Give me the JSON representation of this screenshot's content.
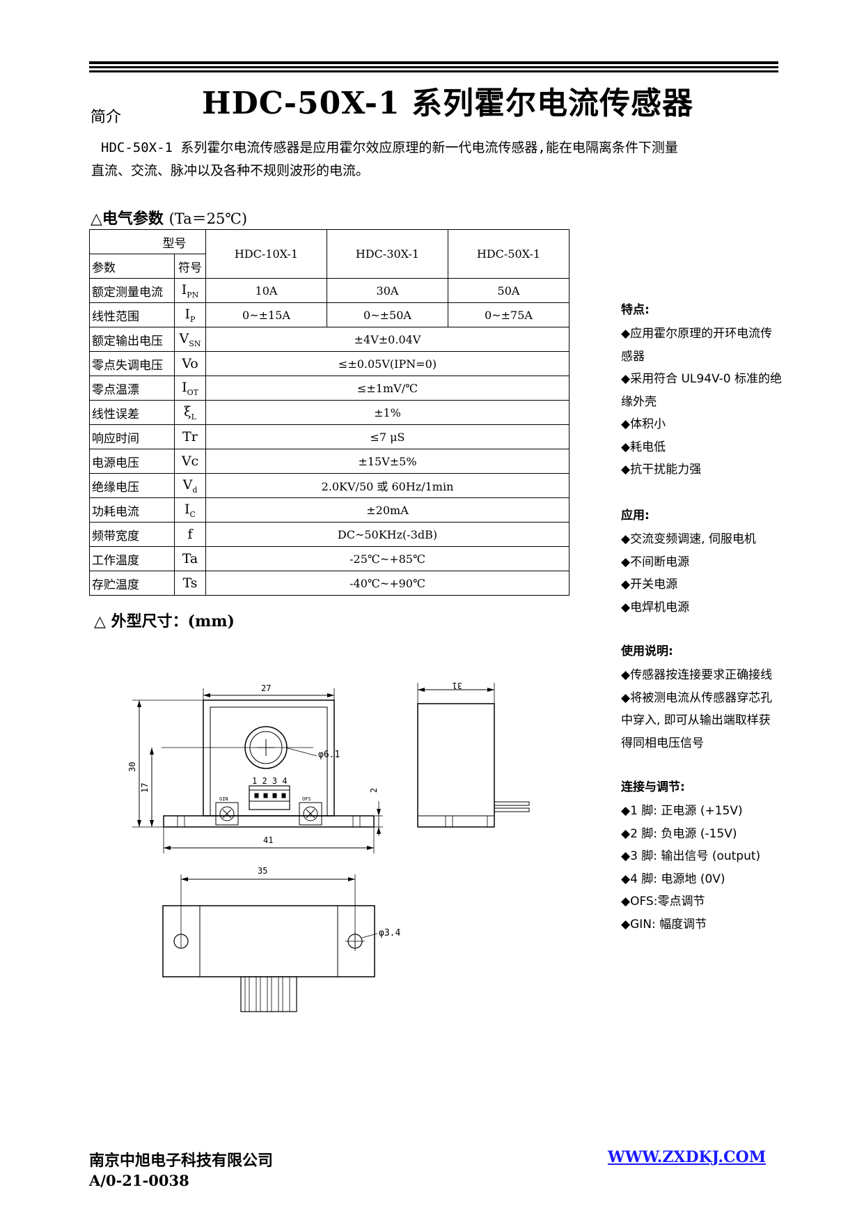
{
  "title": "HDC-50X-1 系列霍尔电流传感器",
  "intro": {
    "label": "简介",
    "line1": "HDC-50X-1 系列霍尔电流传感器是应用霍尔效应原理的新一代电流传感器,能在电隔离条件下测量",
    "line2": "直流、交流、脉冲以及各种不规则波形的电流。"
  },
  "electrical": {
    "heading": "△电气参数",
    "condition": "(Ta＝25℃)",
    "hdr_model": "型号",
    "hdr_param": "参数",
    "hdr_symbol": "符号",
    "models": [
      "HDC-10X-1",
      "HDC-30X-1",
      "HDC-50X-1"
    ],
    "rows": [
      {
        "param": "额定测量电流",
        "symbol": "I",
        "sub": "PN",
        "values": [
          "10A",
          "30A",
          "50A"
        ]
      },
      {
        "param": "线性范围",
        "symbol": "I",
        "sub": "P",
        "values": [
          "0~±15A",
          "0~±50A",
          "0~±75A"
        ]
      },
      {
        "param": "额定输出电压",
        "symbol": "V",
        "sub": "SN",
        "value": "±4V±0.04V"
      },
      {
        "param": "零点失调电压",
        "symbol": "Vo",
        "sub": "",
        "value": "≤±0.05V(IPN=0)"
      },
      {
        "param": "零点温漂",
        "symbol": "I",
        "sub": "OT",
        "value": "≤±1mV/℃"
      },
      {
        "param": "线性误差",
        "symbol": "ξ",
        "sub": "L",
        "value": "±1%"
      },
      {
        "param": "响应时间",
        "symbol": "Tr",
        "sub": "",
        "value": "≤7 μS"
      },
      {
        "param": "电源电压",
        "symbol": "Vc",
        "sub": "",
        "value": "±15V±5%"
      },
      {
        "param": "绝缘电压",
        "symbol": "V",
        "sub": "d",
        "value": "2.0KV/50 或 60Hz/1min"
      },
      {
        "param": "功耗电流",
        "symbol": "I",
        "sub": "C",
        "value": "±20mA"
      },
      {
        "param": "频带宽度",
        "symbol": "f",
        "sub": "",
        "value": "DC~50KHz(-3dB)"
      },
      {
        "param": "工作温度",
        "symbol": "Ta",
        "sub": "",
        "value": "-25℃~+85℃"
      },
      {
        "param": "存贮温度",
        "symbol": "Ts",
        "sub": "",
        "value": "-40℃~+90℃"
      }
    ]
  },
  "dimensions": {
    "heading": "△  外型尺寸：(mm)",
    "labels": {
      "w27": "27",
      "w41": "41",
      "h30": "30",
      "h17": "17",
      "h2": "2",
      "d31": "31",
      "w35": "35",
      "hole": "φ6.1",
      "mount_hole": "φ3.4",
      "pins": "1 2 3 4",
      "gin": "GIN",
      "ofs": "OFS"
    }
  },
  "features": {
    "heading": "特点:",
    "items": [
      "◆应用霍尔原理的开环电流传",
      "感器",
      "◆采用符合 UL94V-0 标准的绝",
      "缘外壳",
      "◆体积小",
      "◆耗电低",
      "◆抗干扰能力强"
    ]
  },
  "applications": {
    "heading": "应用:",
    "items": [
      "◆交流变频调速, 伺服电机",
      "◆不间断电源",
      "◆开关电源",
      "◆电焊机电源"
    ]
  },
  "usage": {
    "heading": "使用说明:",
    "items": [
      "◆传感器按连接要求正确接线",
      "◆将被测电流从传感器穿芯孔",
      "中穿入, 即可从输出端取样获",
      "得同相电压信号"
    ]
  },
  "connection": {
    "heading": "连接与调节:",
    "items": [
      "◆1 脚: 正电源 (+15V)",
      "◆2 脚: 负电源 (-15V)",
      "◆3 脚: 输出信号 (output)",
      "◆4 脚: 电源地 (0V)",
      "◆OFS:零点调节",
      "◆GIN: 幅度调节"
    ]
  },
  "footer": {
    "company": "南京中旭电子科技有限公司",
    "doc_no": "A/0-21-0038",
    "url": "WWW.ZXDKJ.COM"
  }
}
